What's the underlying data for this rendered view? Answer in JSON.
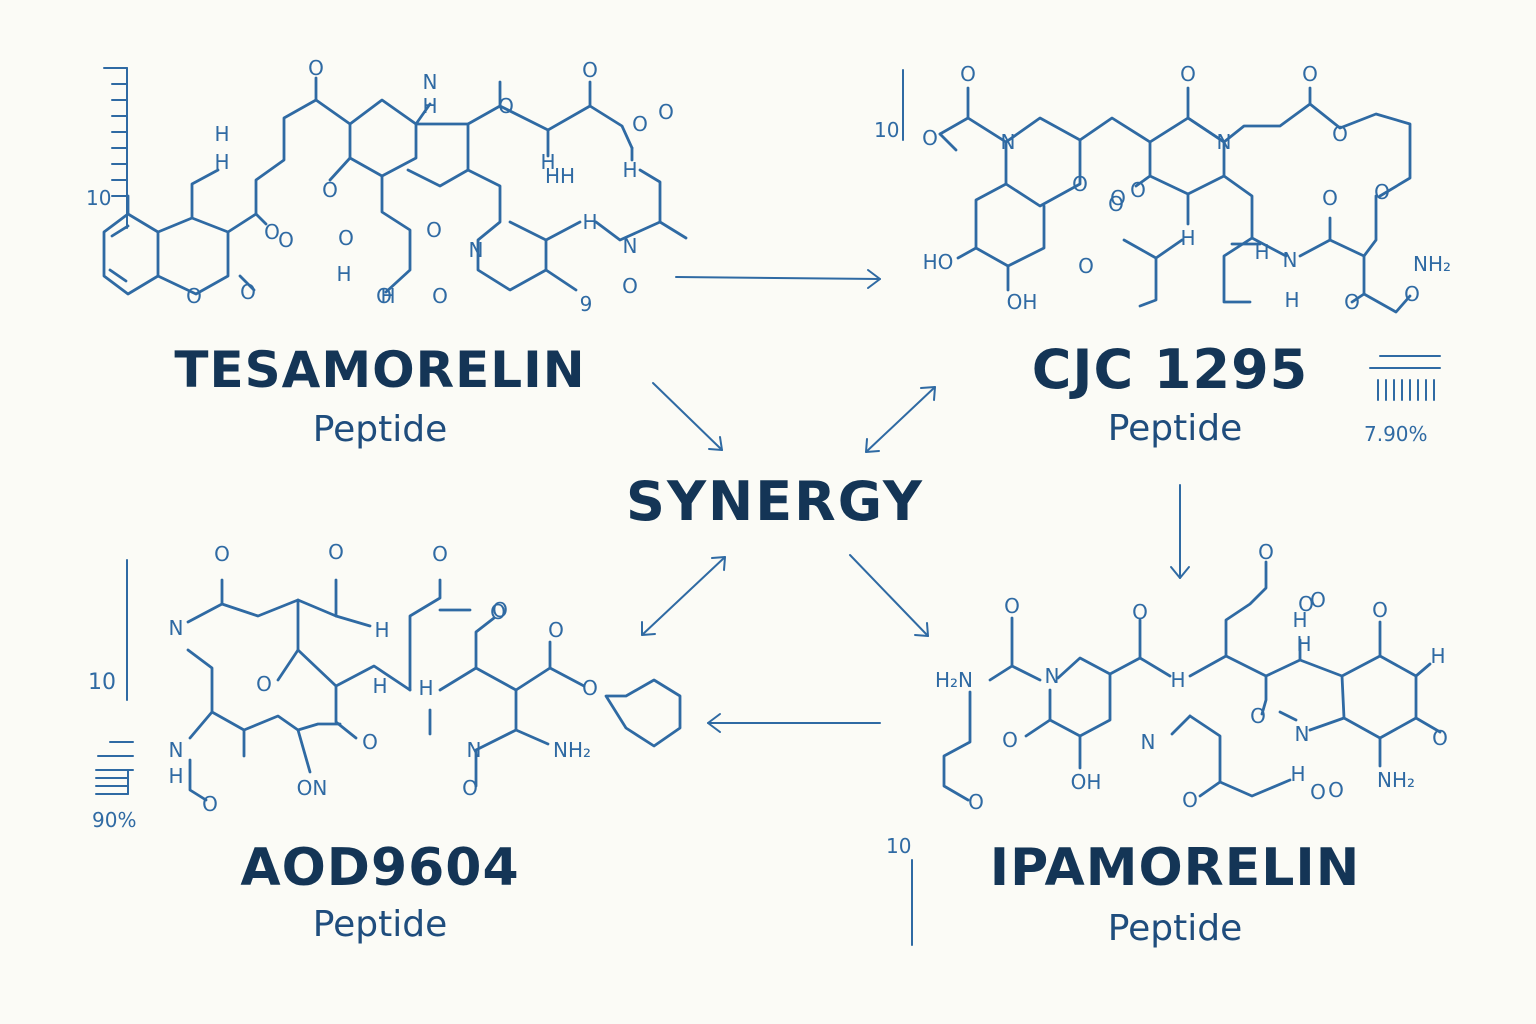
{
  "colors": {
    "background": "#fbfbf6",
    "line": "#2f6aa3",
    "title_text": "#143556",
    "sub_text": "#1f4d7d"
  },
  "center_label": "SYNERGY",
  "peptides": [
    {
      "id": "tesamorelin",
      "name": "TESAMORELIN",
      "type": "Peptide"
    },
    {
      "id": "cjc",
      "name": "CJC 1295",
      "type": "Peptide"
    },
    {
      "id": "aod",
      "name": "AOD9604",
      "type": "Peptide"
    },
    {
      "id": "ipamorelin",
      "name": "IPAMORELIN",
      "type": "Peptide"
    }
  ],
  "annotations": {
    "cjc_percent": "7.90%",
    "aod_percent": "90%",
    "ten": "10"
  },
  "atoms": {
    "t": [
      "O",
      "N",
      "H",
      "O",
      "O",
      "O",
      "H",
      "H",
      "O",
      "O",
      "O",
      "H",
      "H",
      "O",
      "HH",
      "O",
      "O",
      "H",
      "H",
      "O",
      "O",
      "O",
      "N",
      "H",
      "N",
      "O",
      "9",
      "O"
    ],
    "c": [
      "O",
      "O",
      "N",
      "O",
      "O",
      "O",
      "N",
      "O",
      "O",
      "O",
      "O",
      "HO",
      "OH",
      "O",
      "H",
      "O",
      "H",
      "N",
      "O",
      "O",
      "NH₂",
      "H",
      "O"
    ],
    "a": [
      "O",
      "O",
      "O",
      "N",
      "H",
      "O",
      "H",
      "O",
      "O",
      "O",
      "O",
      "N",
      "H",
      "O",
      "ON",
      "H",
      "N",
      "NH₂",
      "O",
      "O"
    ],
    "i": [
      "O",
      "O",
      "O",
      "O",
      "O",
      "H₂N",
      "N",
      "H",
      "H",
      "H",
      "O",
      "O",
      "O",
      "OH",
      "N",
      "O",
      "H",
      "O",
      "N",
      "O",
      "H",
      "O",
      "NH₂",
      "O"
    ]
  }
}
